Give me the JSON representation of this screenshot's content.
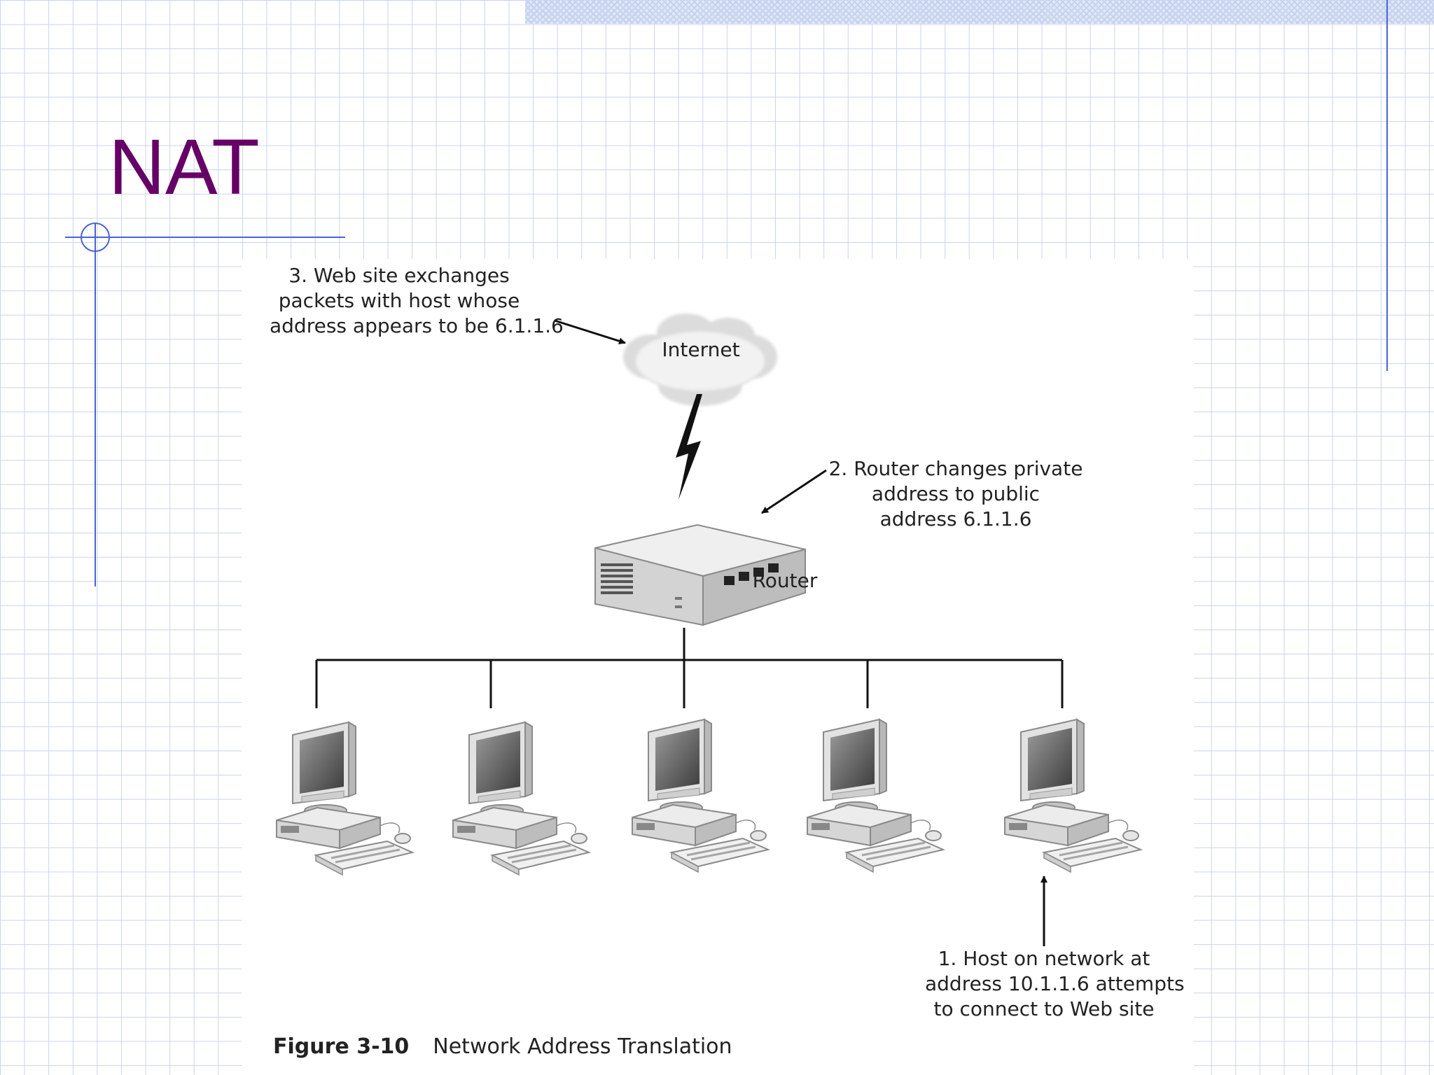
{
  "slide": {
    "title": "NAT"
  },
  "figure": {
    "labels": {
      "step3": [
        "3. Web site exchanges",
        "packets with host whose",
        "address appears to be 6.1.1.6"
      ],
      "internet": "Internet",
      "step2": [
        "2. Router changes private",
        "address to public",
        "address 6.1.1.6"
      ],
      "router": "Router",
      "step1": [
        "1. Host on network at",
        "address 10.1.1.6 attempts",
        "to connect to Web site"
      ]
    },
    "caption": {
      "number": "Figure 3-10",
      "text": "Network Address Translation"
    },
    "icons": [
      "cloud-icon",
      "lightning-icon",
      "router-icon",
      "computer-icon"
    ]
  },
  "colors": {
    "title": "#660066",
    "accent_rule": "#4a63d6",
    "grid": "#c9d3ea"
  }
}
